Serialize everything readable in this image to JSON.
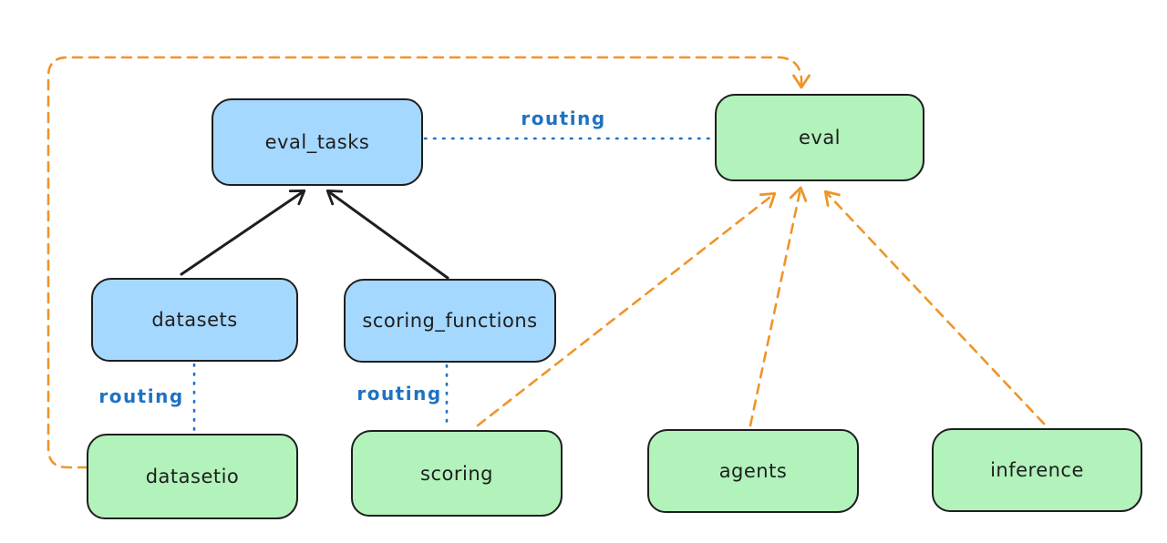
{
  "diagram": {
    "nodes": {
      "eval_tasks": {
        "label": "eval_tasks"
      },
      "eval": {
        "label": "eval"
      },
      "datasets": {
        "label": "datasets"
      },
      "scoring_functions": {
        "label": "scoring_functions"
      },
      "datasetio": {
        "label": "datasetio"
      },
      "scoring": {
        "label": "scoring"
      },
      "agents": {
        "label": "agents"
      },
      "inference": {
        "label": "inference"
      }
    },
    "edge_labels": {
      "eval_tasks_to_eval": "routing",
      "datasets_to_datasetio": "routing",
      "scoring_functions_to_scoring": "routing"
    },
    "colors": {
      "node_fill_blue": "#a5d8ff",
      "node_fill_green": "#b2f2bb",
      "node_border": "#1e1e1e",
      "solid_arrow": "#1e1e1e",
      "routing_blue": "#1f72c1",
      "dashed_orange": "#ef942a",
      "canvas_bg": "#ffffff"
    }
  }
}
